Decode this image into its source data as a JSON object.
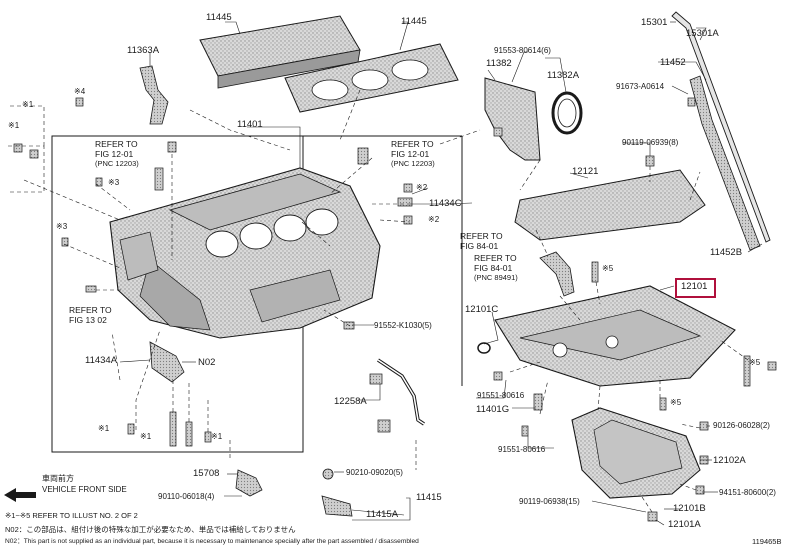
{
  "parts": {
    "p11445a": "11445",
    "p11445b": "11445",
    "p15301": "15301",
    "p15301a": "15301A",
    "p11363a": "11363A",
    "p91553": "91553-80614(6)",
    "p11382": "11382",
    "p11382a": "11382A",
    "p11452": "11452",
    "p91673": "91673-A0614",
    "p11401": "11401",
    "p90119a": "90119-06939(8)",
    "p12121": "12121",
    "p11434c": "11434C",
    "p11452b": "11452B",
    "p12101": "12101",
    "p12101c": "12101C",
    "p91552": "91552-K1030(5)",
    "p11434a": "11434A",
    "pN02": "N02",
    "p12258a": "12258A",
    "p91551a": "91551-80616",
    "p11401g": "11401G",
    "p91551b": "91551-80616",
    "p90126": "90126-06028(2)",
    "p12102a": "12102A",
    "p15708": "15708",
    "p90210": "90210-09020(5)",
    "p90110": "90110-06018(4)",
    "p11415": "11415",
    "p94151": "94151-80600(2)",
    "p11415a": "11415A",
    "p90119b": "90119-06938(15)",
    "p12101b": "12101B",
    "p12101a": "12101A"
  },
  "refs": {
    "ref1": {
      "l1": "REFER TO",
      "l2": "FIG 12-01",
      "l3": "(PNC 12203)"
    },
    "ref2": {
      "l1": "REFER TO",
      "l2": "FIG 12-01",
      "l3": "(PNC 12203)"
    },
    "ref3": {
      "l1": "REFER TO",
      "l2": "FIG 84-01"
    },
    "ref4": {
      "l1": "REFER TO",
      "l2": "FIG 84-01",
      "l3": "(PNC 89491)"
    },
    "ref5": {
      "l1": "REFER TO",
      "l2": "FIG 13 02"
    }
  },
  "marks": {
    "m1a": "※1",
    "m1b": "※1",
    "m1c": "※1",
    "m1d": "※1",
    "m1e": "※1",
    "m2a": "※2",
    "m2b": "※2",
    "m3a": "※3",
    "m3b": "※3",
    "m4": "※4",
    "m5a": "※5",
    "m5b": "※5",
    "m5c": "※5"
  },
  "front": {
    "l1": "車両前方",
    "l2": "VEHICLE FRONT SIDE"
  },
  "notes": {
    "n1": "※1~※5 REFER TO ILLUST NO. 2 OF 2",
    "n2": "N02：この部品は、組付け後の特殊な加工が必要なため、単品では補給しておりません",
    "n3": "N02：This part is not supplied as an individual part, because it is necessary to maintenance specially after the part assembled / disassembled"
  },
  "illust_id": "119465B",
  "colors": {
    "highlight": "#b0103c",
    "line": "#1a1a1a",
    "shade": "#c8c8c8",
    "shade_dark": "#8a8a8a"
  }
}
